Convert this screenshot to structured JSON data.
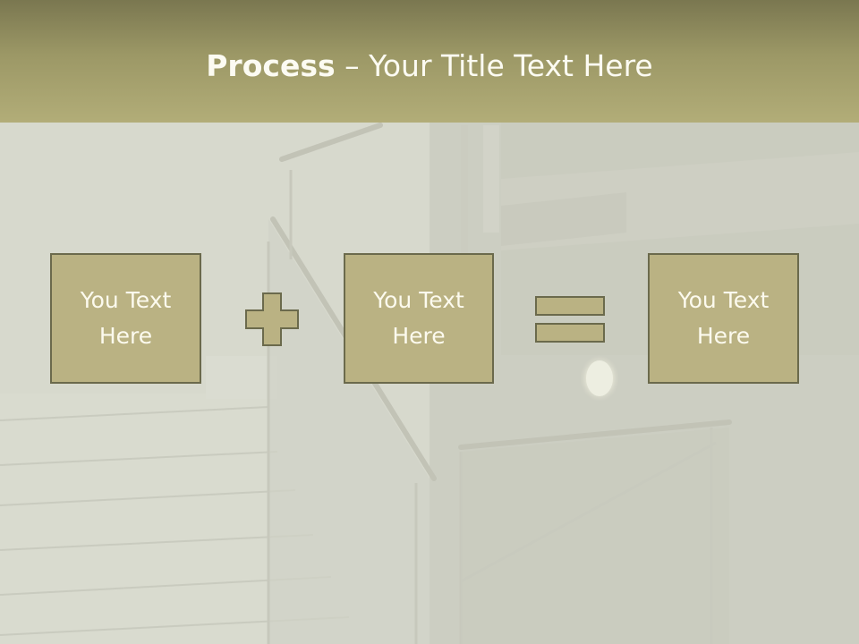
{
  "slide": {
    "title_bold": "Process",
    "title_rest": " – Your Title Text Here"
  },
  "boxes": [
    {
      "label": "You Text\nHere"
    },
    {
      "label": "You Text\nHere"
    },
    {
      "label": "You Text\nHere"
    }
  ],
  "operators": {
    "first": "plus-icon",
    "second": "equals-icon"
  },
  "colors": {
    "header": "#9c9866",
    "box_fill": "#bab283",
    "box_border": "#6b6a4c",
    "text": "#fcfbf2"
  }
}
